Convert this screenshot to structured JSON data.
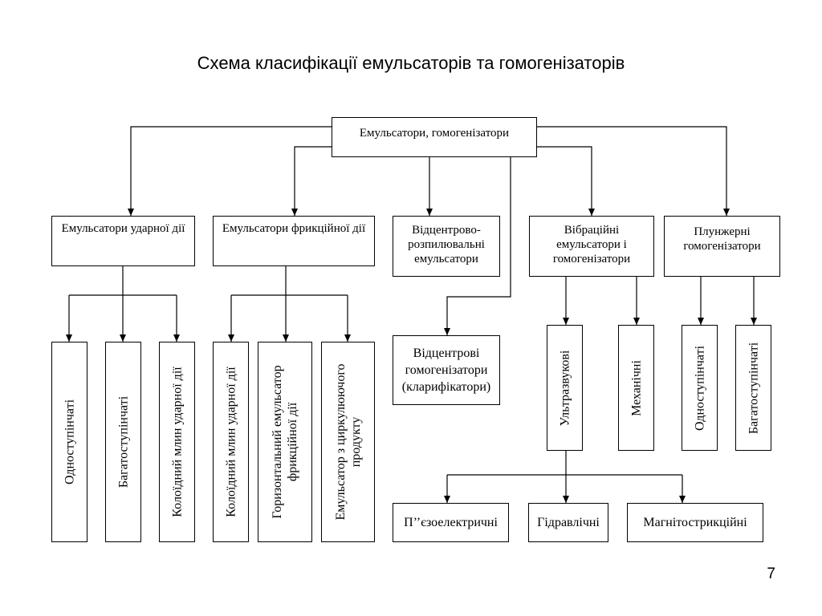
{
  "title": "Схема класифікації емульсаторів та гомогенізаторів",
  "page_number": "7",
  "root": "Емульсатори, гомогенізатори",
  "categories": {
    "impact": "Емульсатори ударної дії",
    "friction": "Емульсатори фрикційної дії",
    "centrifugal_spray": "Відцентрово-розпилювальні емульсатори",
    "vibration": "Вібраційні емульсатори і гомогенізатори",
    "plunger": "Плунжерні гомогенізатори"
  },
  "impact_children": [
    "Одноступінчаті",
    "Багатоступінчаті",
    "Колоїдний млин ударної дії"
  ],
  "friction_children": [
    "Колоїдний млин ударної дії",
    "Горизонтальний емульсатор фрикційної дії",
    "Емульсатор з циркулюючого продукту"
  ],
  "centrifugal_homogenizers": "Відцентрові гомогенізатори (кларифікатори)",
  "vibration_children": [
    "Ультразвукові",
    "Механічні"
  ],
  "plunger_children": [
    "Одноступінчаті",
    "Багатоступінчаті"
  ],
  "ultrasonic_children": [
    "П’’єзоелектричні",
    "Гідравлічні",
    "Магнітострикційні"
  ]
}
